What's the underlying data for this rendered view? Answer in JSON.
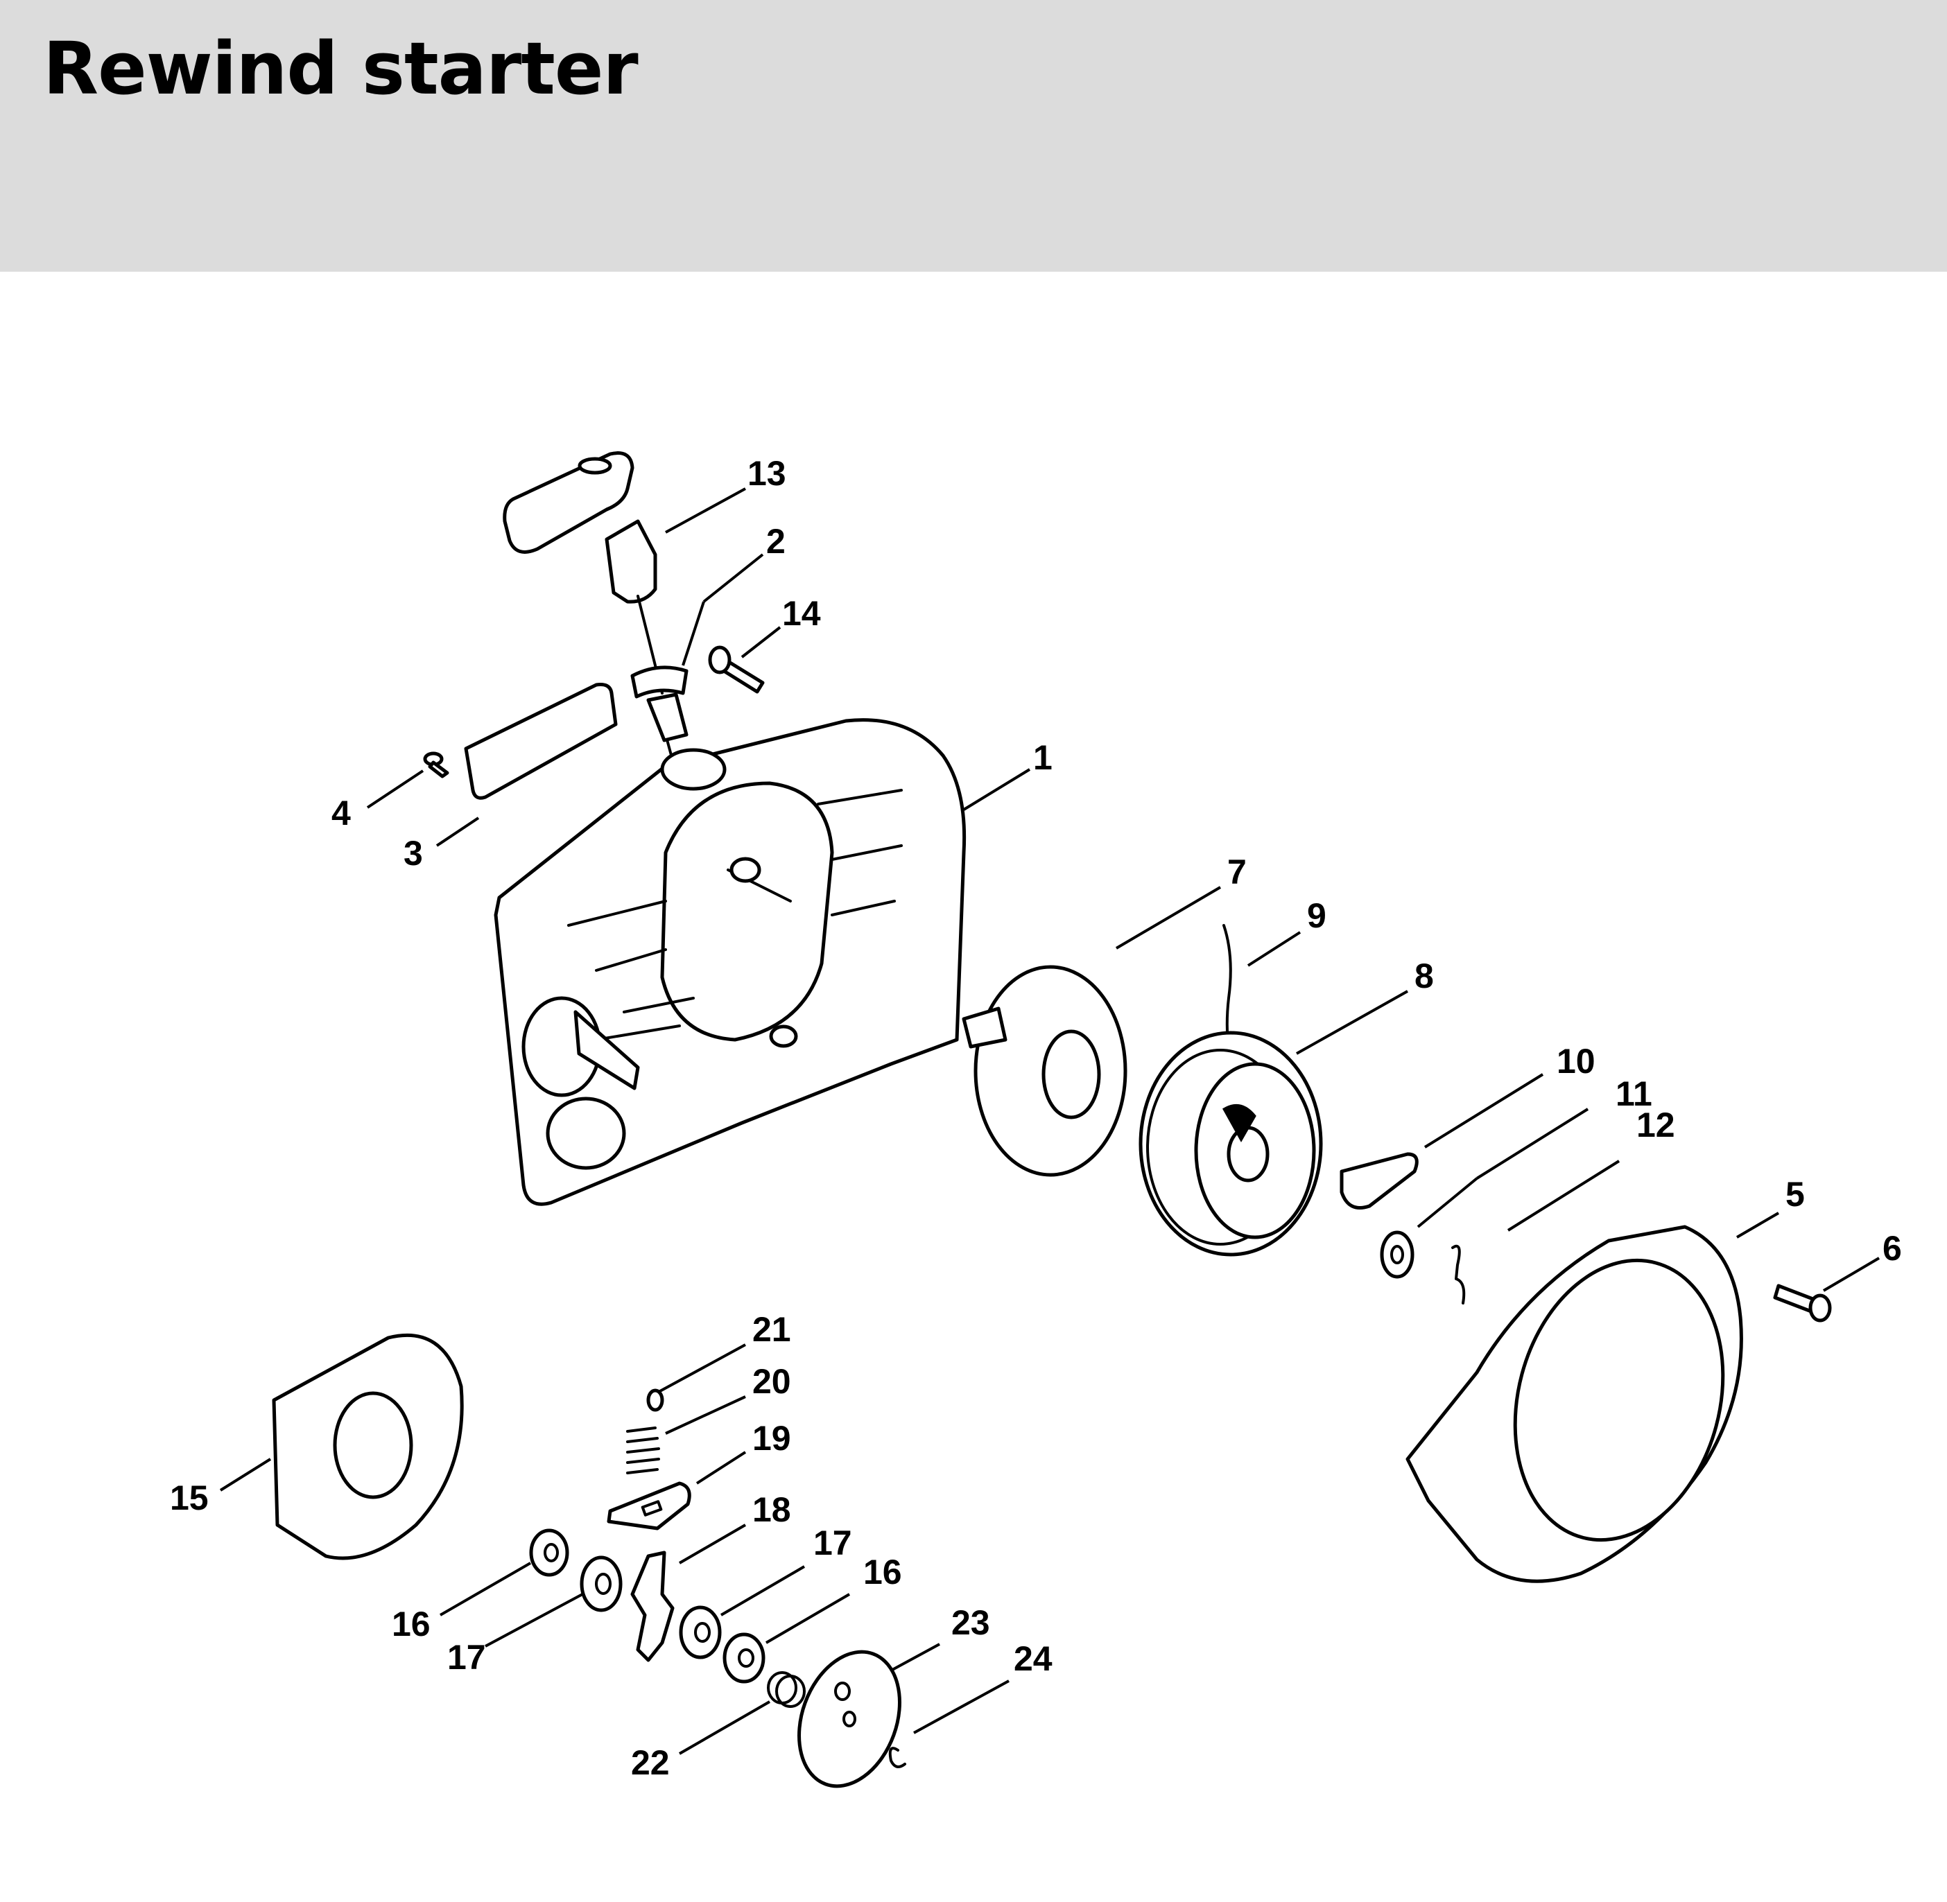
{
  "header": {
    "title": "Rewind starter"
  },
  "colors": {
    "header_bg": "#dcdcdc",
    "ink": "#000000",
    "paper": "#ffffff"
  },
  "callouts": {
    "c1": "1",
    "c2": "2",
    "c3": "3",
    "c4": "4",
    "c5": "5",
    "c6": "6",
    "c7": "7",
    "c8": "8",
    "c9": "9",
    "c10": "10",
    "c11": "11",
    "c12": "12",
    "c13": "13",
    "c14": "14",
    "c15": "15",
    "c16a": "16",
    "c16b": "16",
    "c17a": "17",
    "c17b": "17",
    "c18": "18",
    "c19": "19",
    "c20": "20",
    "c21": "21",
    "c22": "22",
    "c23": "23",
    "c24": "24"
  }
}
